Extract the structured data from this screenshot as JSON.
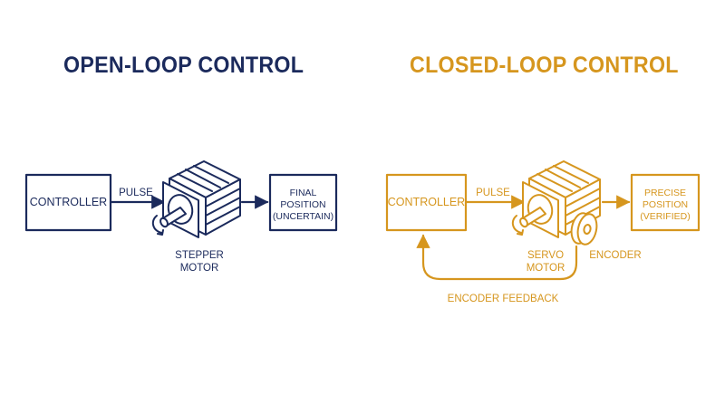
{
  "colors": {
    "open": "#1b2a5c",
    "closed": "#d6961e",
    "background": "#ffffff"
  },
  "open_loop": {
    "title": "OPEN-LOOP CONTROL",
    "controller": "CONTROLLER",
    "signal": "PULSE",
    "motor_line1": "STEPPER",
    "motor_line2": "MOTOR",
    "result_line1": "FINAL",
    "result_line2": "POSITION",
    "result_line3": "(UNCERTAIN)"
  },
  "closed_loop": {
    "title": "CLOSED-LOOP CONTROL",
    "controller": "CONTROLLER",
    "signal": "PULSE",
    "motor_line1": "SERVO",
    "motor_line2": "MOTOR",
    "encoder": "ENCODER",
    "result_line1": "PRECISE",
    "result_line2": "POSITION",
    "result_line3": "(VERIFIED)",
    "feedback": "ENCODER FEEDBACK"
  }
}
